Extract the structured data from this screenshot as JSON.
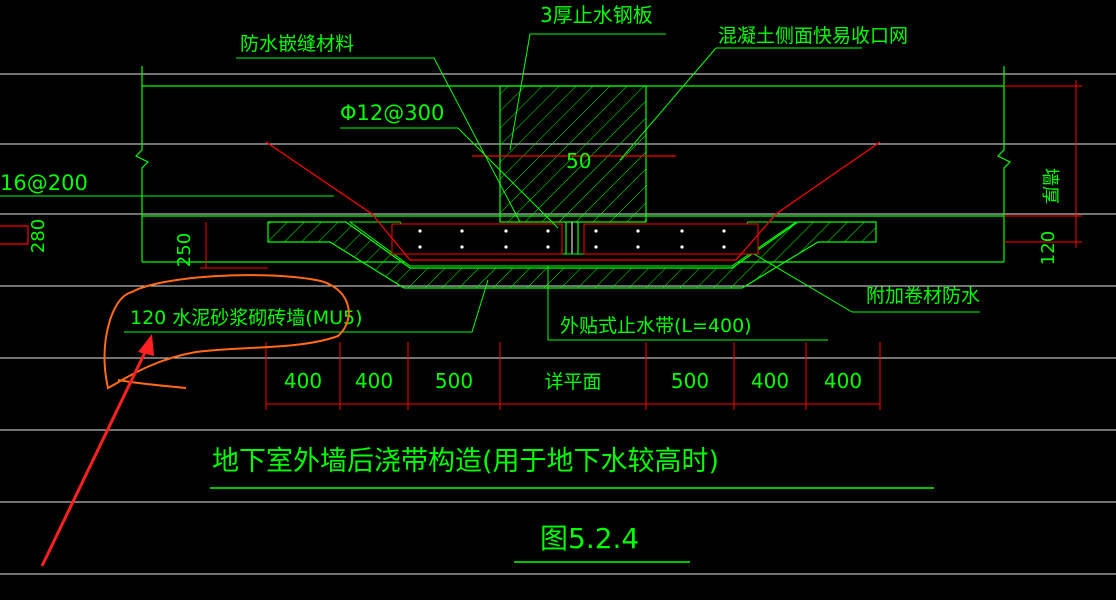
{
  "labels": {
    "steel_plate": "3厚止水钢板",
    "waterproof_filler": "防水嵌缝材料",
    "concrete_mesh": "混凝土侧面快易收口网",
    "rebar": "Φ12@300",
    "left_rebar": "16@200",
    "brick_wall": "120 水泥砂浆砌砖墙(MU5)",
    "waterstop": "外贴式止水带(L=400)",
    "extra_membrane": "附加卷材防水",
    "wall_label": "墙厚"
  },
  "dimensions": {
    "d50": "50",
    "d280": "280",
    "d250": "250",
    "d120": "120",
    "segments": [
      "400",
      "400",
      "500",
      "详平面",
      "500",
      "400",
      "400"
    ]
  },
  "title": {
    "main": "地下室外墙后浇带构造(用于地下水较高时)",
    "figure": "图5.2.4"
  },
  "colors": {
    "background": "#000000",
    "green": "#00ff00",
    "red": "#ff0000",
    "white": "#ffffff",
    "annotation": "#ff6a1a"
  }
}
